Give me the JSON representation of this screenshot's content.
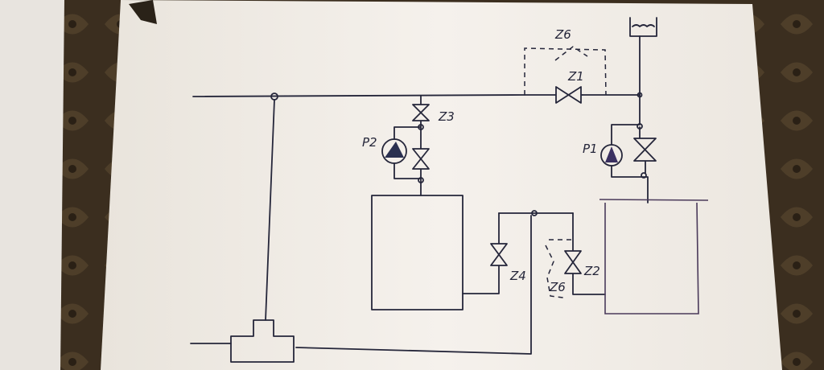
{
  "diagram": {
    "labels": {
      "z6_top": "Z6",
      "z1": "Z1",
      "z3": "Z3",
      "p2": "P2",
      "p1": "P1",
      "z4": "Z4",
      "z2": "Z2",
      "z6_bottom": "Z6"
    },
    "colors": {
      "ink": "#25263a",
      "paper": "#f3efe9",
      "background": "#3b2e1f"
    }
  }
}
